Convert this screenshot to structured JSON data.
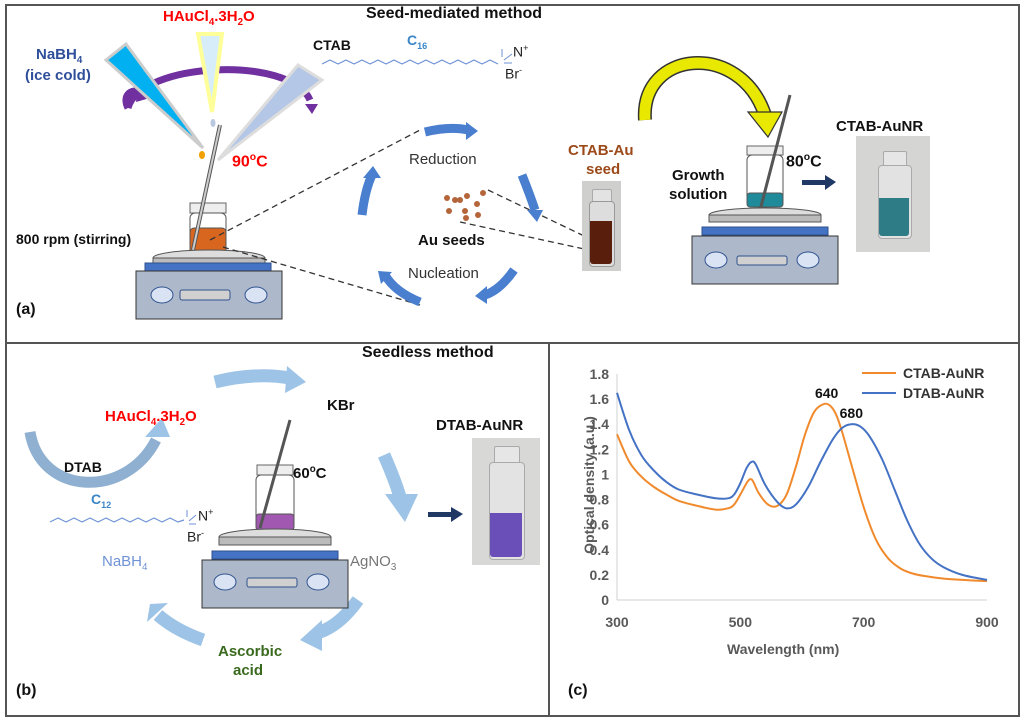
{
  "panel_a": {
    "title": "Seed-mediated method",
    "label": "(a)",
    "reagents": {
      "nabh4_main": "NaBH",
      "nabh4_sub": "4",
      "nabh4_note": "(ice cold)",
      "haucl4_pre": "HAuCl",
      "haucl4_sub1": "4",
      "haucl4_mid": ".3H",
      "haucl4_sub2": "2",
      "haucl4_post": "O",
      "ctab": "CTAB",
      "chain_pre": "C",
      "chain_sub": "16",
      "n_plus": "N",
      "plus": "+",
      "br": "Br",
      "minus": "-"
    },
    "temperature_1": "90",
    "temperature_1_unit": "C",
    "temperature_deg": "o",
    "stirring": "800 rpm (stirring)",
    "cycle": {
      "reduction": "Reduction",
      "au_seeds": "Au seeds",
      "nucleation": "Nucleation"
    },
    "seed_label_1": "CTAB-Au",
    "seed_label_2": "seed",
    "growth_label_1": "Growth",
    "growth_label_2": "solution",
    "temperature_2": "80",
    "product": "CTAB-AuNR"
  },
  "panel_b": {
    "title": "Seedless method",
    "label": "(b)",
    "haucl4_pre": "HAuCl",
    "haucl4_sub1": "4",
    "haucl4_mid": ".3H",
    "haucl4_sub2": "2",
    "haucl4_post": "O",
    "dtab": "DTAB",
    "chain_pre": "C",
    "chain_sub": "12",
    "n_plus": "N",
    "plus": "+",
    "br": "Br",
    "minus": "-",
    "kbr": "KBr",
    "temperature": "60",
    "temperature_unit": "C",
    "temperature_deg": "o",
    "nabh4": "NaBH",
    "nabh4_sub": "4",
    "agno3": "AgNO",
    "agno3_sub": "3",
    "ascorbic_1": "Ascorbic",
    "ascorbic_2": "acid",
    "product": "DTAB-AuNR"
  },
  "colors": {
    "red": "#ff0000",
    "navy_text": "#2f4f9a",
    "chain_blue": "#3a86c8",
    "cycle_blue": "#4a7fcf",
    "light_blue_arrow": "#9dc3e6",
    "purple_arrow": "#7030a0",
    "yellow_arrow": "#e8e800",
    "orange_solution": "#d9661f",
    "teal_solution": "#1e8a9a",
    "violet_solution": "#a058b0",
    "seed_brown": "#9c4a1a",
    "green_text": "#3a6a1e",
    "ctab_series": "#f08a2c",
    "dtab_series": "#4472c4"
  },
  "chart_data": {
    "type": "line",
    "label": "(c)",
    "title": "",
    "xlabel": "Wavelength (nm)",
    "ylabel": "Optical density (a.u.)",
    "xlim": [
      300,
      900
    ],
    "ylim": [
      0,
      1.8
    ],
    "xticks": [
      "300",
      "500",
      "700",
      "900"
    ],
    "xtick_values": [
      300,
      500,
      700,
      900
    ],
    "yticks": [
      "0",
      "0.2",
      "0.4",
      "0.6",
      "0.8",
      "1",
      "1.2",
      "1.4",
      "1.6",
      "1.8"
    ],
    "ytick_values": [
      0,
      0.2,
      0.4,
      0.6,
      0.8,
      1.0,
      1.2,
      1.4,
      1.6,
      1.8
    ],
    "grid": false,
    "legend_position": "top-right",
    "annotations": [
      {
        "text": "640",
        "x": 640,
        "y": 1.56,
        "series": "CTAB-AuNR"
      },
      {
        "text": "680",
        "x": 680,
        "y": 1.4,
        "series": "DTAB-AuNR"
      }
    ],
    "series": [
      {
        "name": "CTAB-AuNR",
        "color": "#f08a2c",
        "x": [
          300,
          320,
          340,
          360,
          380,
          400,
          430,
          460,
          480,
          490,
          500,
          510,
          515,
          520,
          530,
          545,
          560,
          575,
          590,
          605,
          620,
          635,
          645,
          655,
          665,
          680,
          700,
          720,
          740,
          760,
          780,
          800,
          830,
          860,
          900
        ],
        "y": [
          1.32,
          1.1,
          0.98,
          0.9,
          0.84,
          0.79,
          0.75,
          0.72,
          0.73,
          0.76,
          0.84,
          0.93,
          0.96,
          0.95,
          0.85,
          0.76,
          0.75,
          0.84,
          1.06,
          1.32,
          1.5,
          1.56,
          1.55,
          1.48,
          1.34,
          1.08,
          0.74,
          0.48,
          0.33,
          0.25,
          0.21,
          0.19,
          0.17,
          0.16,
          0.15
        ]
      },
      {
        "name": "DTAB-AuNR",
        "color": "#4472c4",
        "x": [
          300,
          320,
          340,
          360,
          380,
          400,
          430,
          460,
          480,
          490,
          500,
          510,
          518,
          525,
          540,
          560,
          575,
          590,
          610,
          630,
          650,
          665,
          680,
          695,
          710,
          730,
          750,
          770,
          790,
          810,
          830,
          860,
          900
        ],
        "y": [
          1.65,
          1.35,
          1.15,
          1.03,
          0.94,
          0.88,
          0.84,
          0.81,
          0.81,
          0.84,
          0.93,
          1.05,
          1.1,
          1.08,
          0.92,
          0.78,
          0.73,
          0.76,
          0.9,
          1.1,
          1.28,
          1.37,
          1.4,
          1.38,
          1.3,
          1.12,
          0.88,
          0.64,
          0.45,
          0.33,
          0.26,
          0.2,
          0.16
        ]
      }
    ]
  }
}
